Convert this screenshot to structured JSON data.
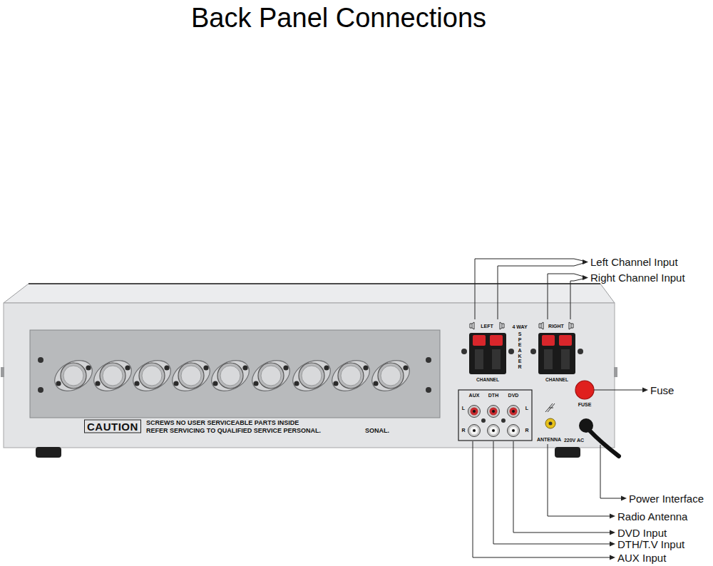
{
  "diagram": {
    "title": "Back Panel Connections",
    "labels": [
      "LEFT",
      "4 WAY",
      "SPEAKER",
      "RIGHT",
      "CHANNEL",
      "CHANNEL",
      "FUSE",
      "AUX",
      "DTH",
      "DVD",
      "L",
      "L",
      "R",
      "R",
      "ANTENNA",
      "220V AC",
      "CAUTION",
      "SCREWS NO USER SERVICEABLE PARTS INSIDE",
      "REFER SERVICING TO QUALIFIED SERVICE PERSONAL.",
      "SONAL.",
      "Left Channel Input",
      "Right Channel Input",
      "Fuse",
      "Power Interface",
      "Radio Antenna",
      "DVD Input",
      "DTH/T.V Input",
      "AUX Input"
    ]
  }
}
